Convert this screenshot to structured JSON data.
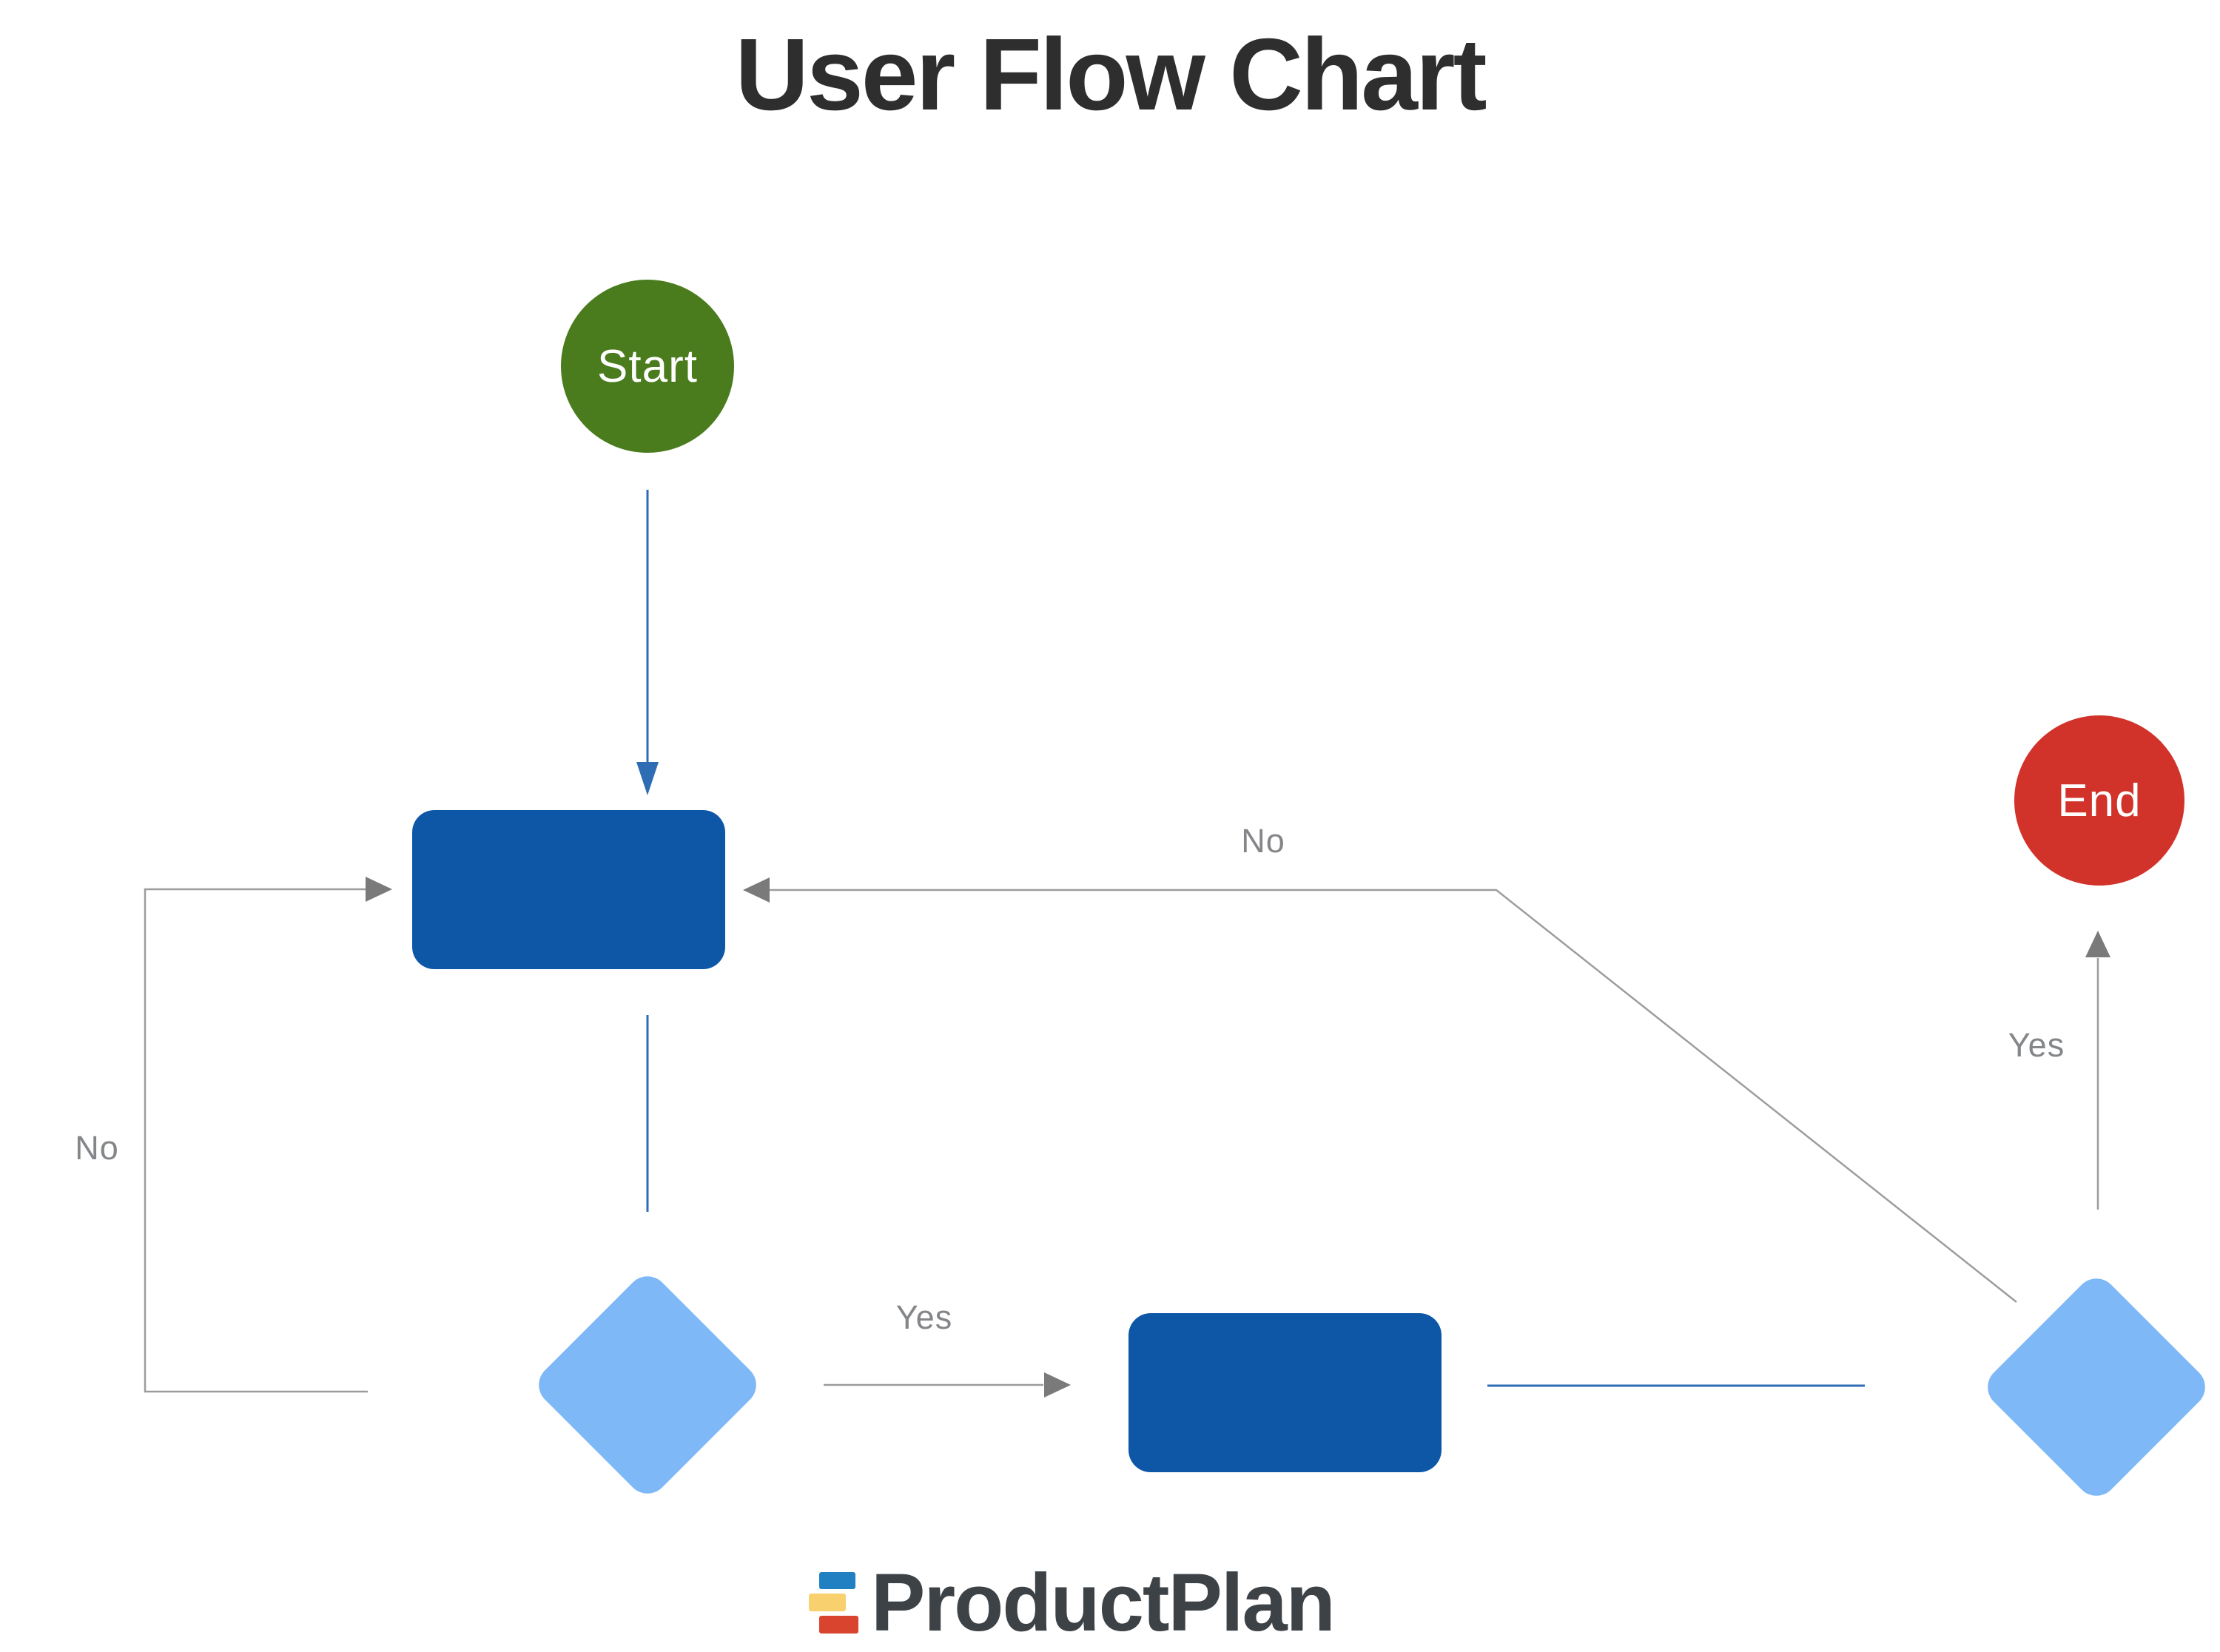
{
  "title": "User Flow Chart",
  "colors": {
    "title-color": "#2e2e2e",
    "process-blue": "#0d57a6",
    "decision-blue": "#7eb8f7",
    "start-green": "#4a7c1e",
    "end-red": "#d1332a",
    "connector-gray": "#9c9c9c",
    "arrowhead-gray": "#7a7a7a",
    "connector-blue": "#2e6cb4",
    "label-gray": "#848689",
    "brand-text": "#3d4247",
    "brand-bar-blue": "#2180c2",
    "brand-bar-yellow": "#f9d06e",
    "brand-bar-red": "#d8442e"
  },
  "nodes": {
    "start": {
      "label": "Start"
    },
    "end": {
      "label": "End"
    }
  },
  "edge_labels": {
    "no_loop_left": "No",
    "no_return_top": "No",
    "yes_after_decision1": "Yes",
    "yes_after_decision2": "Yes"
  },
  "footer": {
    "brand": "ProductPlan"
  }
}
